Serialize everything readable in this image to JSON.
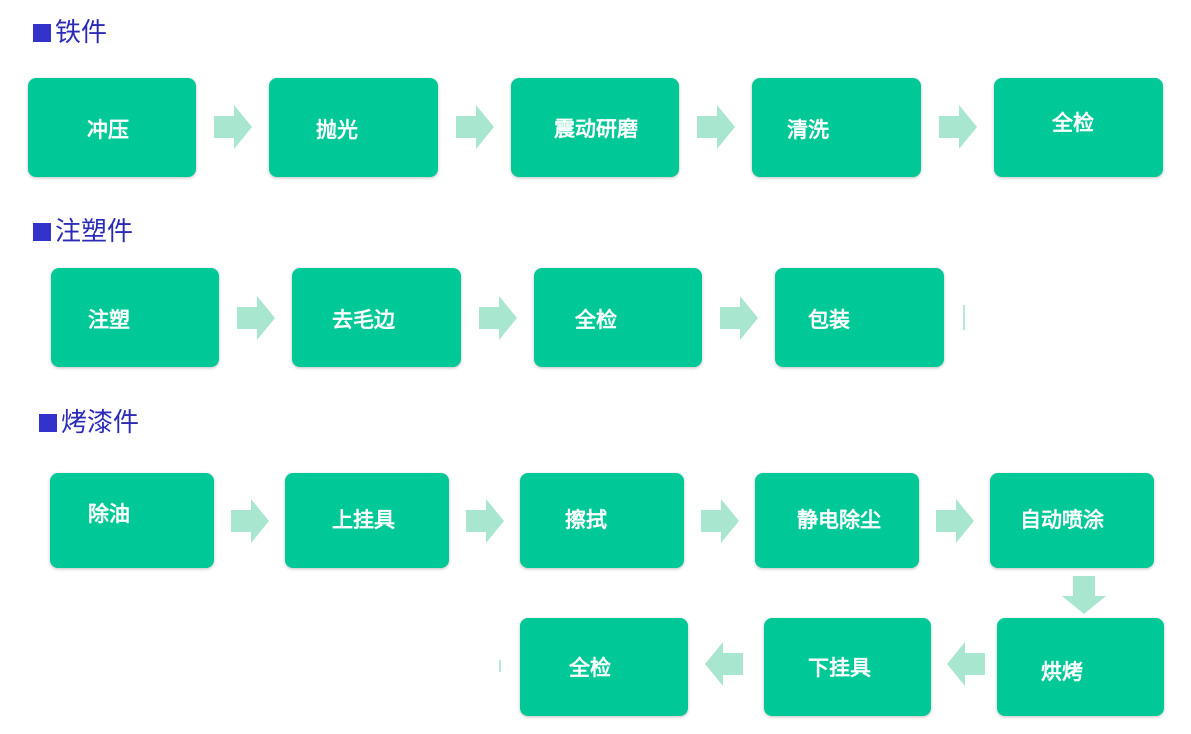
{
  "colors": {
    "box_fill": "#00c896",
    "arrow_fill": "#a8e6cf",
    "title_marker": "#3333cc",
    "title_text": "#2b2bb8"
  },
  "sections": [
    {
      "title": "铁件",
      "steps": [
        "冲压",
        "抛光",
        "震动研磨",
        "清洗",
        "全检"
      ]
    },
    {
      "title": "注塑件",
      "steps": [
        "注塑",
        "去毛边",
        "全检",
        "包装"
      ]
    },
    {
      "title": "烤漆件",
      "steps": [
        "除油",
        "上挂具",
        "擦拭",
        "静电除尘",
        "自动喷涂",
        "烘烤",
        "下挂具",
        "全检"
      ]
    }
  ]
}
